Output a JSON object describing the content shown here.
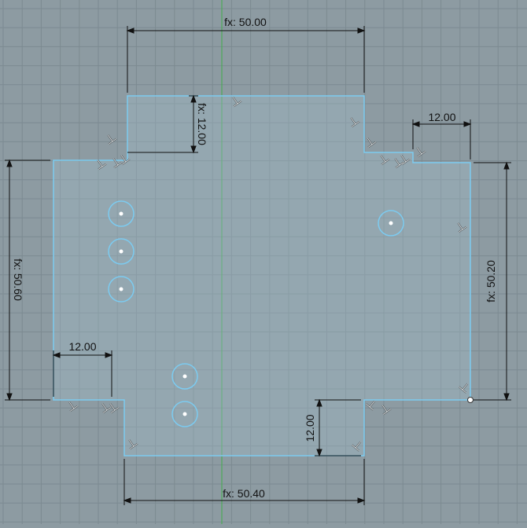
{
  "canvas": {
    "background": "#8d9ba2",
    "grid_color": "#7c8a91",
    "axis_color": "#3fae4a",
    "sketch_fill": "#a3bccb",
    "sketch_line": "#7ccbf0"
  },
  "dimensions": {
    "top_width": "fx: 50.00",
    "top_notch_height": "fx: 12.00",
    "top_right_notch": "12.00",
    "left_height": "fx: 50.60",
    "right_height": "fx: 50.20",
    "bottom_left_notch": "12.00",
    "bottom_right_notch": "12.00",
    "bottom_width": "fx: 50.40"
  },
  "holes": {
    "count": 6
  },
  "icons": {
    "constraint": "perpendicular-icon",
    "coincident": "coincident-icon",
    "endpoint": "sketch-point-icon"
  }
}
